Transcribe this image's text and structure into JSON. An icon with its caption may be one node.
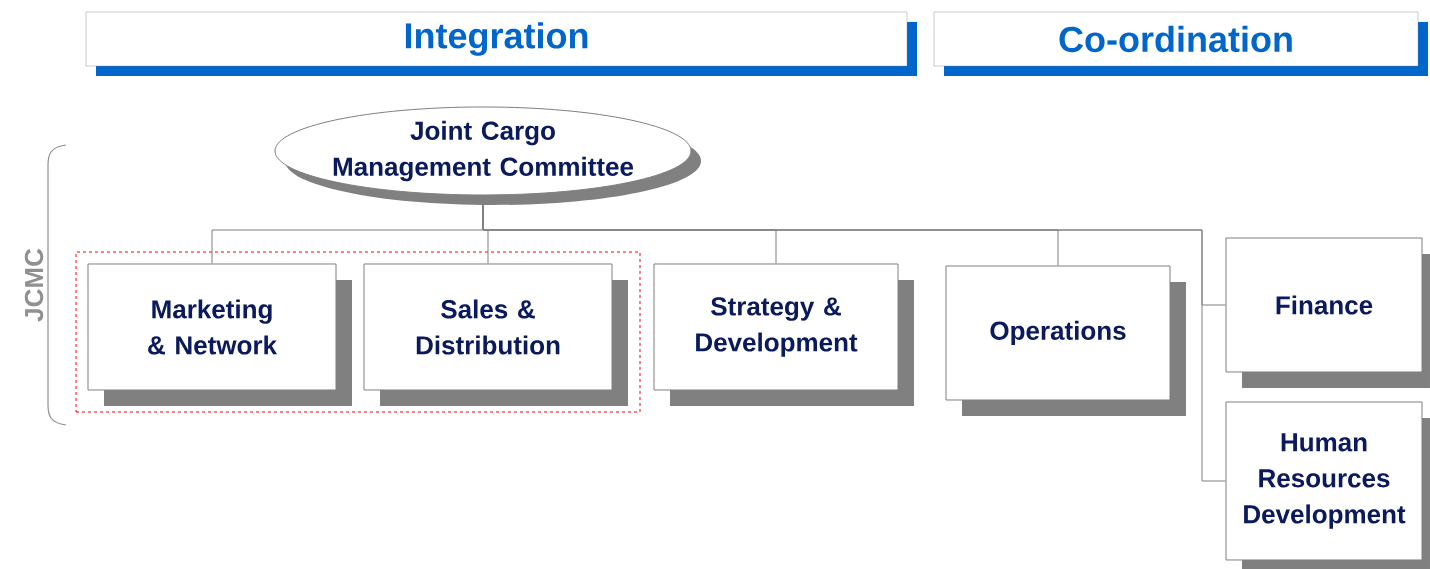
{
  "diagram": {
    "nodes": [
      {
        "text": [
          "Integration"
        ]
      },
      {
        "text": [
          "Co-ordination"
        ]
      },
      {
        "text": [
          "Joint Cargo Management Committee"
        ]
      },
      {
        "text": [],
        "shape": "box"
      },
      {
        "text": [
          "Marketing & Network"
        ],
        "in": 3
      },
      {
        "text": [
          "Sales & Distribution"
        ],
        "in": 3
      },
      {
        "text": [
          "Strategy & Development"
        ]
      },
      {
        "text": [
          "Operations"
        ]
      },
      {
        "text": [
          "Finance"
        ]
      },
      {
        "text": [
          "Human Resources Development"
        ]
      }
    ],
    "edges": [
      {
        "from": 2,
        "to": 4,
        "arrow": "none"
      },
      {
        "from": 2,
        "to": 5,
        "arrow": "none"
      },
      {
        "from": 2,
        "to": 6,
        "arrow": "none"
      },
      {
        "from": 2,
        "to": 7,
        "arrow": "none"
      },
      {
        "from": 2,
        "to": 8,
        "arrow": "none"
      },
      {
        "from": 2,
        "to": 9,
        "arrow": "none"
      }
    ],
    "labels": [
      "JCMC"
    ]
  }
}
